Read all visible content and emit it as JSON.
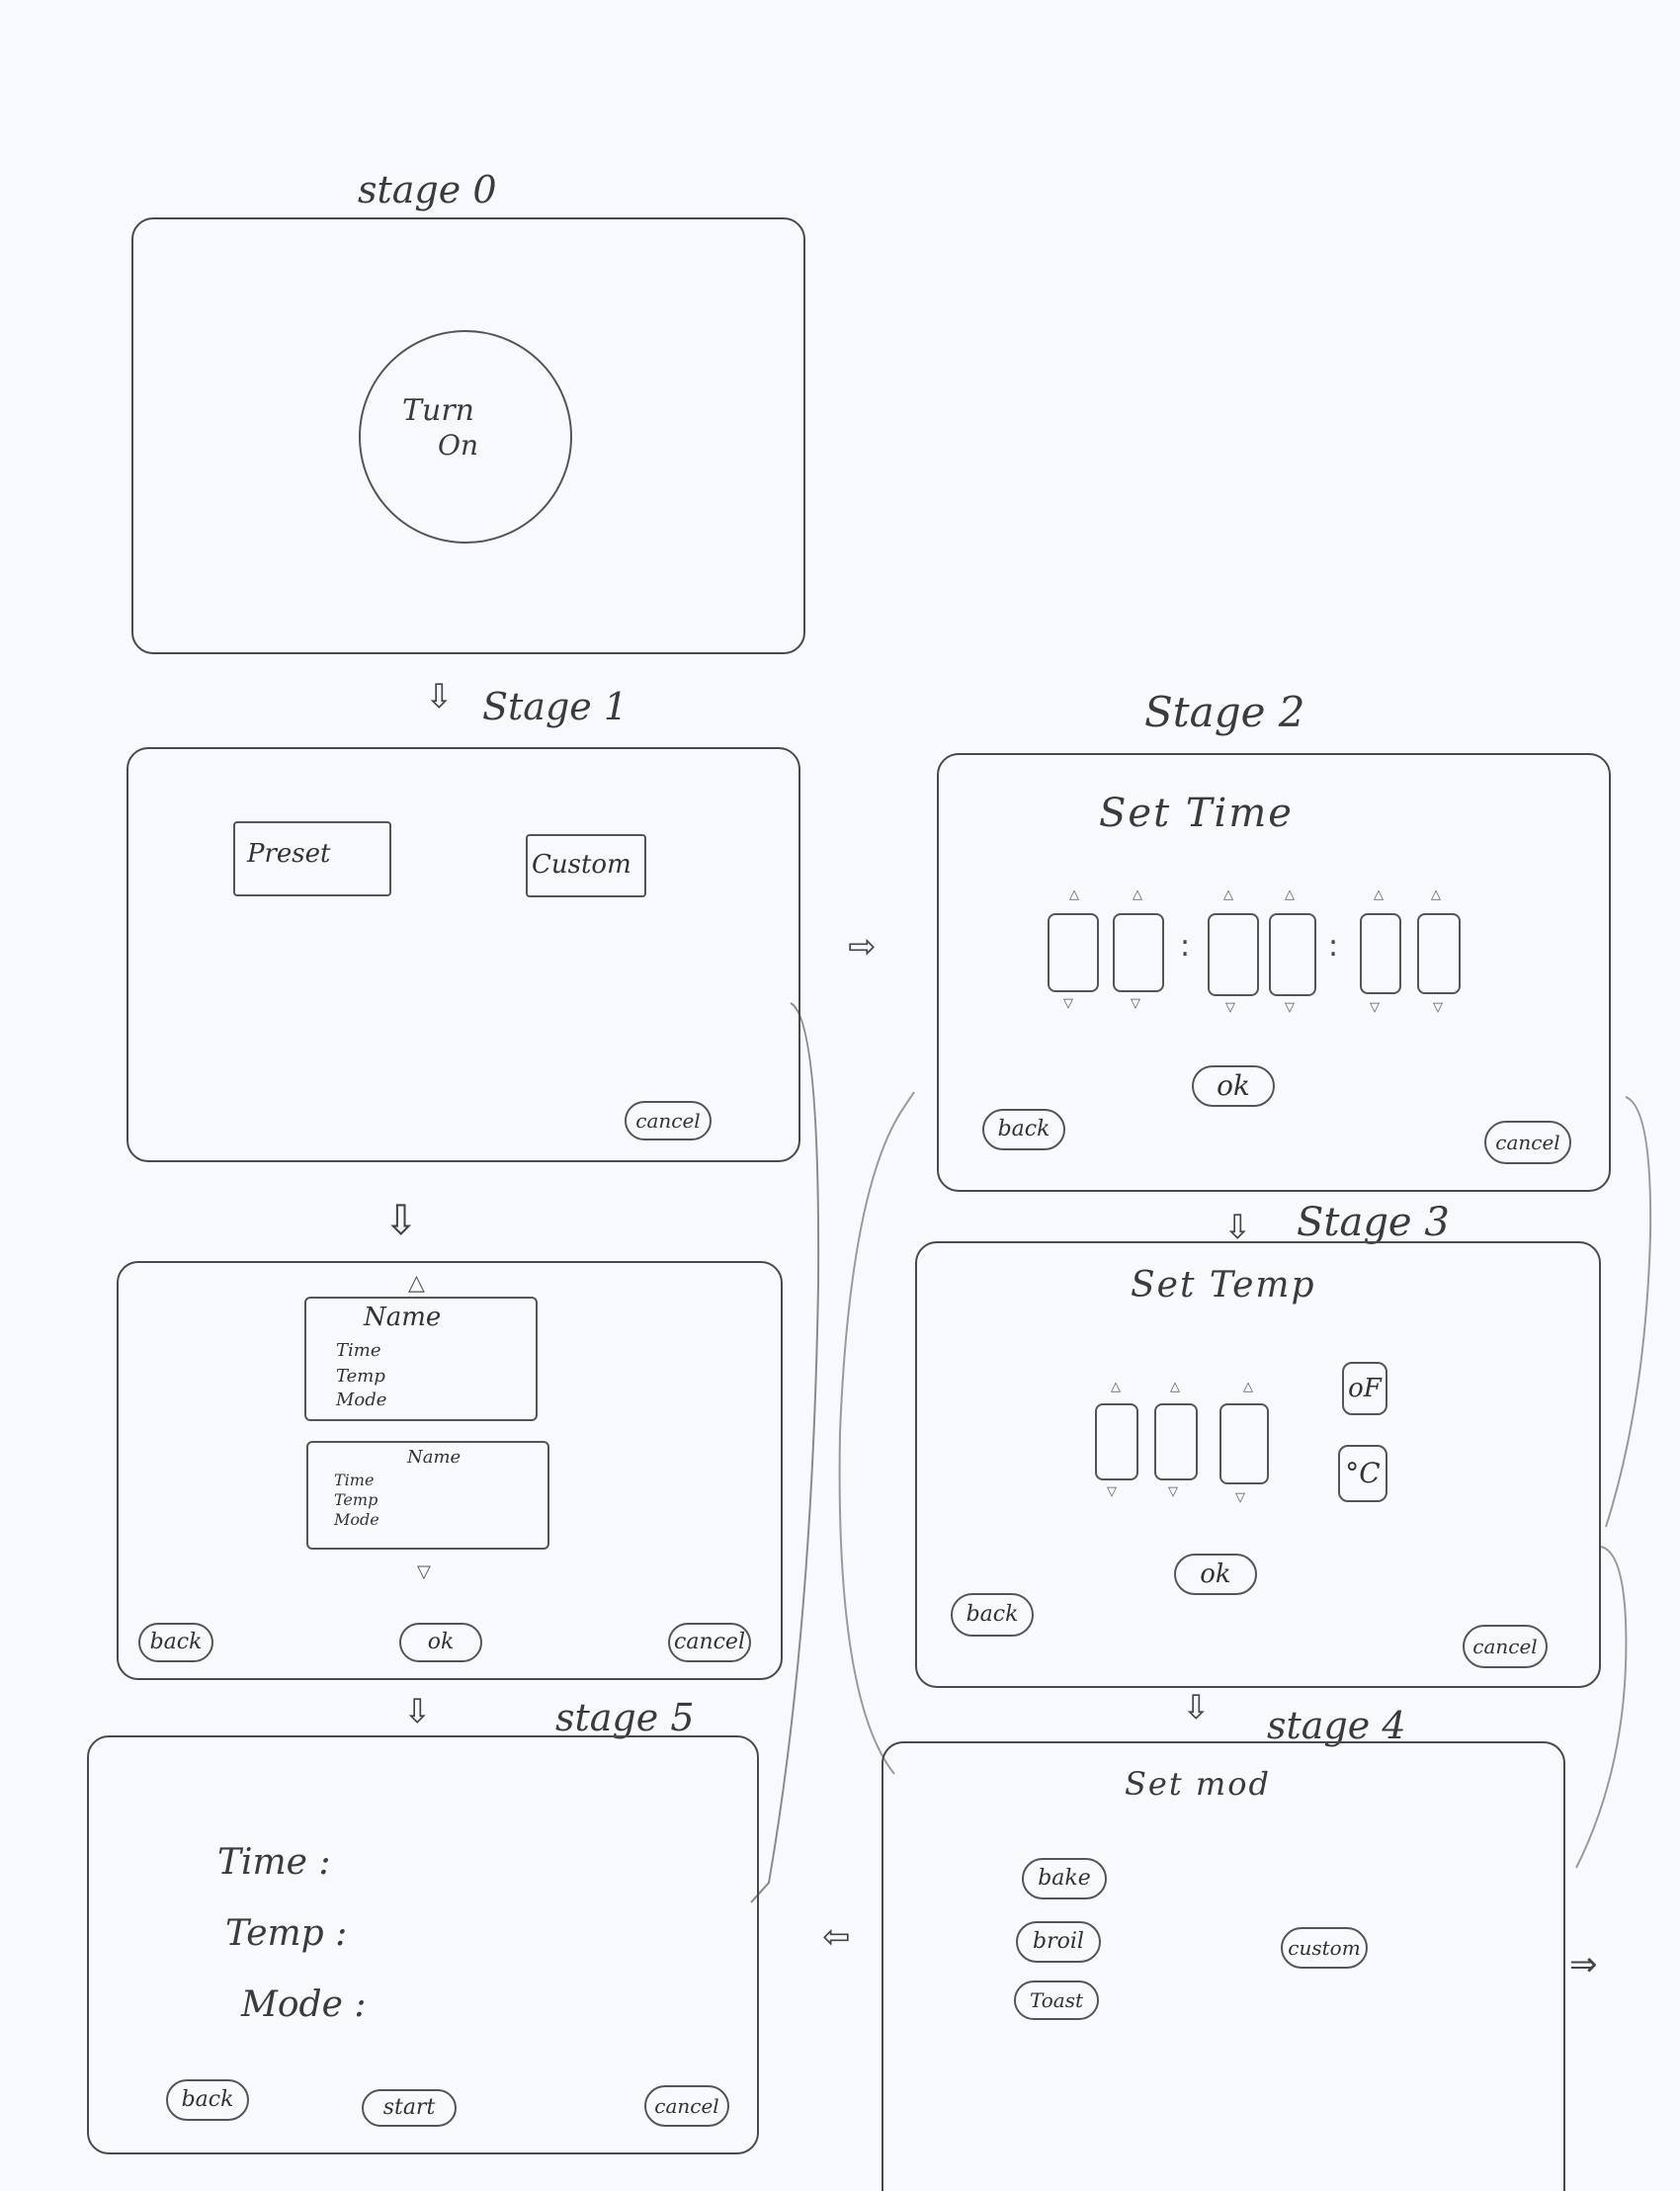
{
  "stage0": {
    "title": "stage 0",
    "turn_on_line1": "Turn",
    "turn_on_line2": "On"
  },
  "stage1": {
    "title": "Stage 1",
    "preset": "Preset",
    "custom": "Custom",
    "cancel": "cancel"
  },
  "preset_list": {
    "card1": {
      "name": "Name",
      "time": "Time",
      "temp": "Temp",
      "mode": "Mode"
    },
    "card2": {
      "name": "Name",
      "time": "Time",
      "temp": "Temp",
      "mode": "Mode"
    },
    "back": "back",
    "ok": "ok",
    "cancel": "cancel"
  },
  "stage2": {
    "title": "Stage 2",
    "heading": "Set Time",
    "ok": "ok",
    "back": "back",
    "cancel": "cancel"
  },
  "stage3": {
    "title": "Stage 3",
    "heading": "Set Temp",
    "fahrenheit": "oF",
    "celsius": "°C",
    "ok": "ok",
    "back": "back",
    "cancel": "cancel"
  },
  "stage4": {
    "title": "stage 4",
    "heading": "Set mod",
    "bake": "bake",
    "broil": "broil",
    "toast": "Toast",
    "custom": "custom"
  },
  "stage5": {
    "title": "stage 5",
    "time": "Time :",
    "temp": "Temp :",
    "mode": "Mode :",
    "back": "back",
    "start": "start",
    "cancel": "cancel"
  },
  "arrows": {
    "down": "⇩",
    "right": "⇨",
    "left": "⇦",
    "forward": "⇒"
  }
}
